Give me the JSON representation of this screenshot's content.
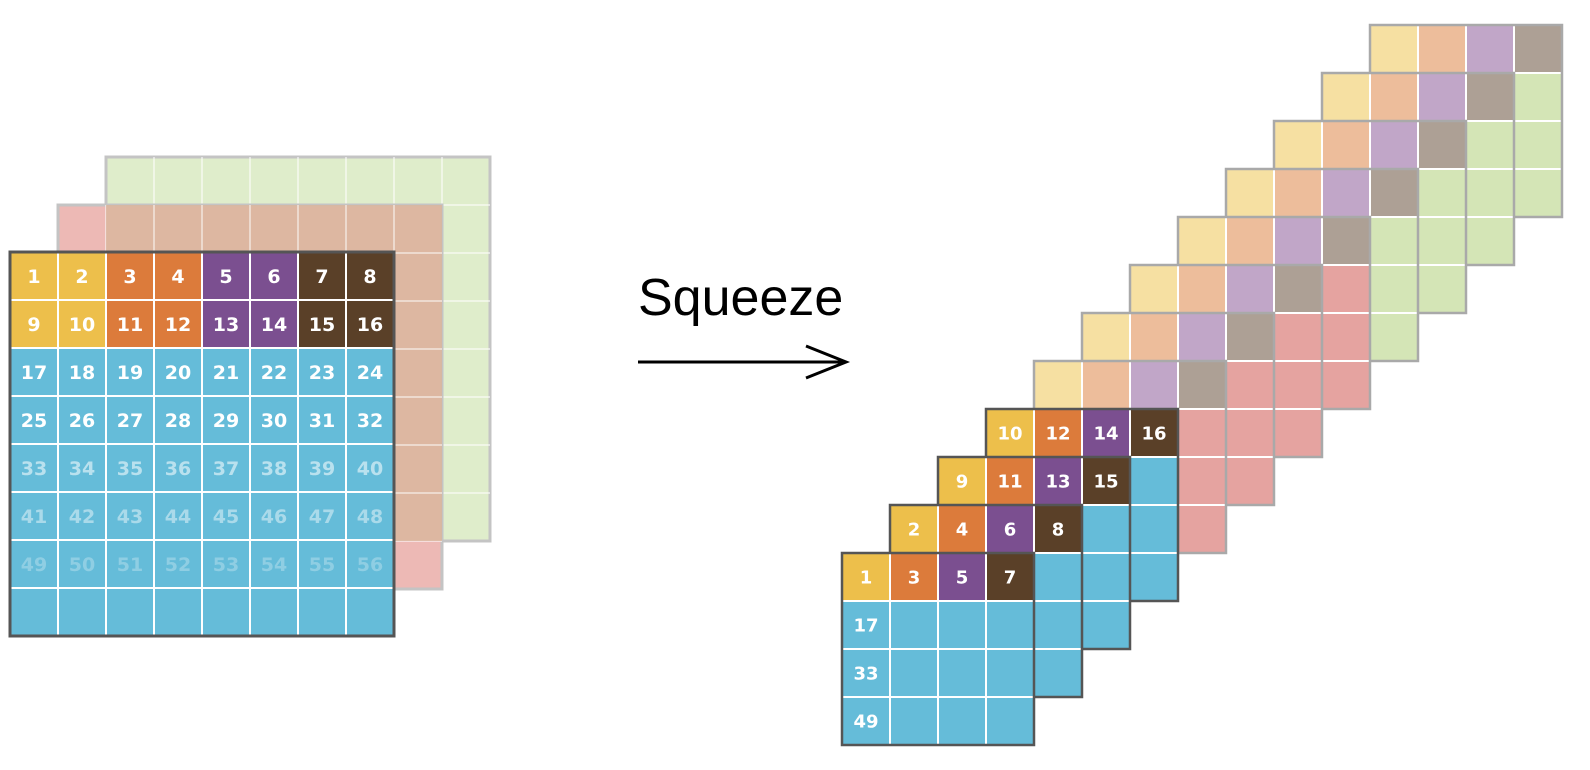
{
  "diagram": {
    "operation_label": "Squeeze",
    "colors": {
      "yellow": "#EDBF4B",
      "orange": "#DC7B3B",
      "purple": "#7B4F90",
      "brown": "#5A4028",
      "blue": "#65BCD9",
      "blue_bottom_right": "#5AB4D5",
      "grid_line": "#ffffff",
      "border": "#555555",
      "back_red": "#EDB9B5",
      "back_green": "#DFEDCB",
      "back_overlap": "#D9B69E",
      "light_yellow": "#F6E0A2",
      "light_orange": "#EDBD9B",
      "light_purple": "#C1A6C8",
      "light_brown": "#ADA095",
      "pink": "#E5A3A0",
      "light_green": "#D4E5B6"
    },
    "input": {
      "rows": [
        [
          "1",
          "2",
          "3",
          "4",
          "5",
          "6",
          "7",
          "8"
        ],
        [
          "9",
          "10",
          "11",
          "12",
          "13",
          "14",
          "15",
          "16"
        ],
        [
          "17",
          "18",
          "19",
          "20",
          "21",
          "22",
          "23",
          "24"
        ],
        [
          "25",
          "26",
          "27",
          "28",
          "29",
          "30",
          "31",
          "32"
        ],
        [
          "33",
          "34",
          "35",
          "36",
          "37",
          "38",
          "39",
          "40"
        ],
        [
          "41",
          "42",
          "43",
          "44",
          "45",
          "46",
          "47",
          "48"
        ],
        [
          "49",
          "50",
          "51",
          "52",
          "53",
          "54",
          "55",
          "56"
        ],
        [
          "",
          "",
          "",
          "",
          "",
          "",
          "",
          ""
        ]
      ],
      "row_colors": [
        [
          "yellow",
          "yellow",
          "orange",
          "orange",
          "purple",
          "purple",
          "brown",
          "brown"
        ],
        [
          "yellow",
          "yellow",
          "orange",
          "orange",
          "purple",
          "purple",
          "brown",
          "brown"
        ]
      ]
    },
    "output_front_layers": [
      {
        "first_row": [
          "1",
          "3",
          "5",
          "7"
        ],
        "first_col": [
          "17",
          "33",
          "49"
        ]
      },
      {
        "first_row": [
          "2",
          "4",
          "6",
          "8"
        ]
      },
      {
        "first_row": [
          "9",
          "11",
          "13",
          "15"
        ]
      },
      {
        "first_row": [
          "10",
          "12",
          "14",
          "16"
        ]
      }
    ]
  }
}
